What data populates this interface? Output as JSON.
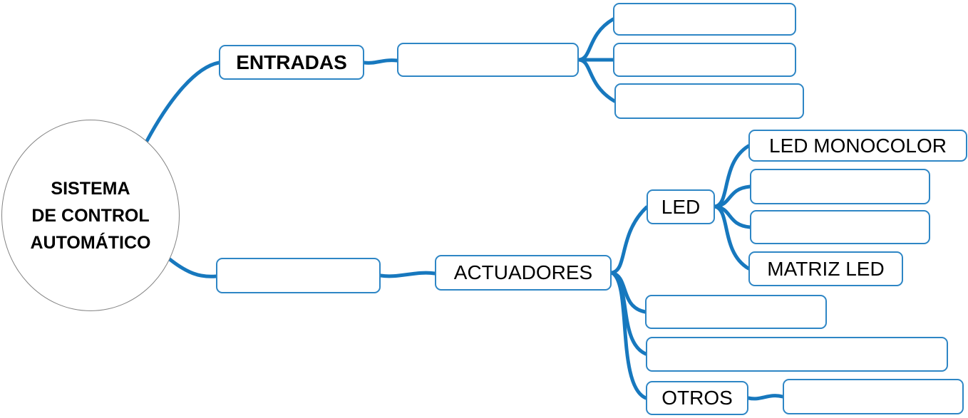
{
  "colors": {
    "connector_blue": "#1778be",
    "node_border_blue": "#2e86c5",
    "root_border_gray": "#848484",
    "text": "#000000",
    "background": "#ffffff"
  },
  "mindmap": {
    "root": {
      "label": "SISTEMA\nDE CONTROL\nAUTOMÁTICO"
    },
    "nodes": {
      "entradas": {
        "label": "ENTRADAS"
      },
      "entradas_child": {
        "label": ""
      },
      "entradas_gc1": {
        "label": ""
      },
      "entradas_gc2": {
        "label": ""
      },
      "entradas_gc3": {
        "label": ""
      },
      "act_parent": {
        "label": ""
      },
      "actuadores": {
        "label": "ACTUADORES"
      },
      "led": {
        "label": "LED"
      },
      "led_monocolor": {
        "label": "LED MONOCOLOR"
      },
      "led_c2": {
        "label": ""
      },
      "led_c3": {
        "label": ""
      },
      "matriz_led": {
        "label": "MATRIZ LED"
      },
      "act_c2": {
        "label": ""
      },
      "act_c3": {
        "label": ""
      },
      "otros": {
        "label": "OTROS"
      },
      "otros_child": {
        "label": ""
      }
    }
  }
}
